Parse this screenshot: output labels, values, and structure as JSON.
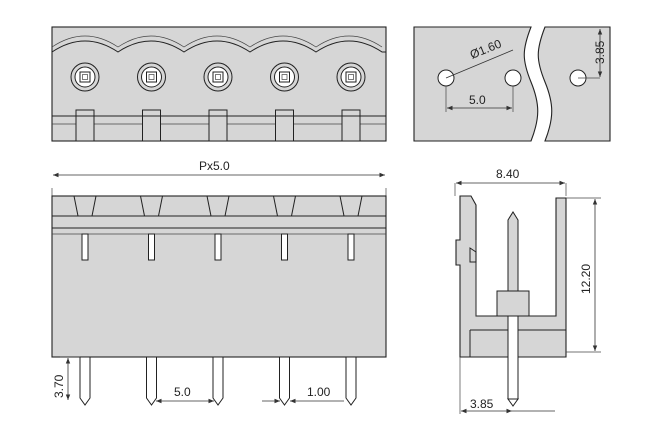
{
  "dimensions": {
    "hole_diameter": "Ø1.60",
    "hole_offset": "3.85",
    "hole_pitch": "5.0",
    "pitch_label": "Px5.0",
    "pin_length": "3.70",
    "pin_pitch": "5.0",
    "pin_width": "1.00",
    "side_width": "8.40",
    "side_height": "12.20",
    "pin_offset": "3.85"
  },
  "colors": {
    "body_fill": "#d6d6d6",
    "line": "#222222"
  },
  "pin_count": 5
}
